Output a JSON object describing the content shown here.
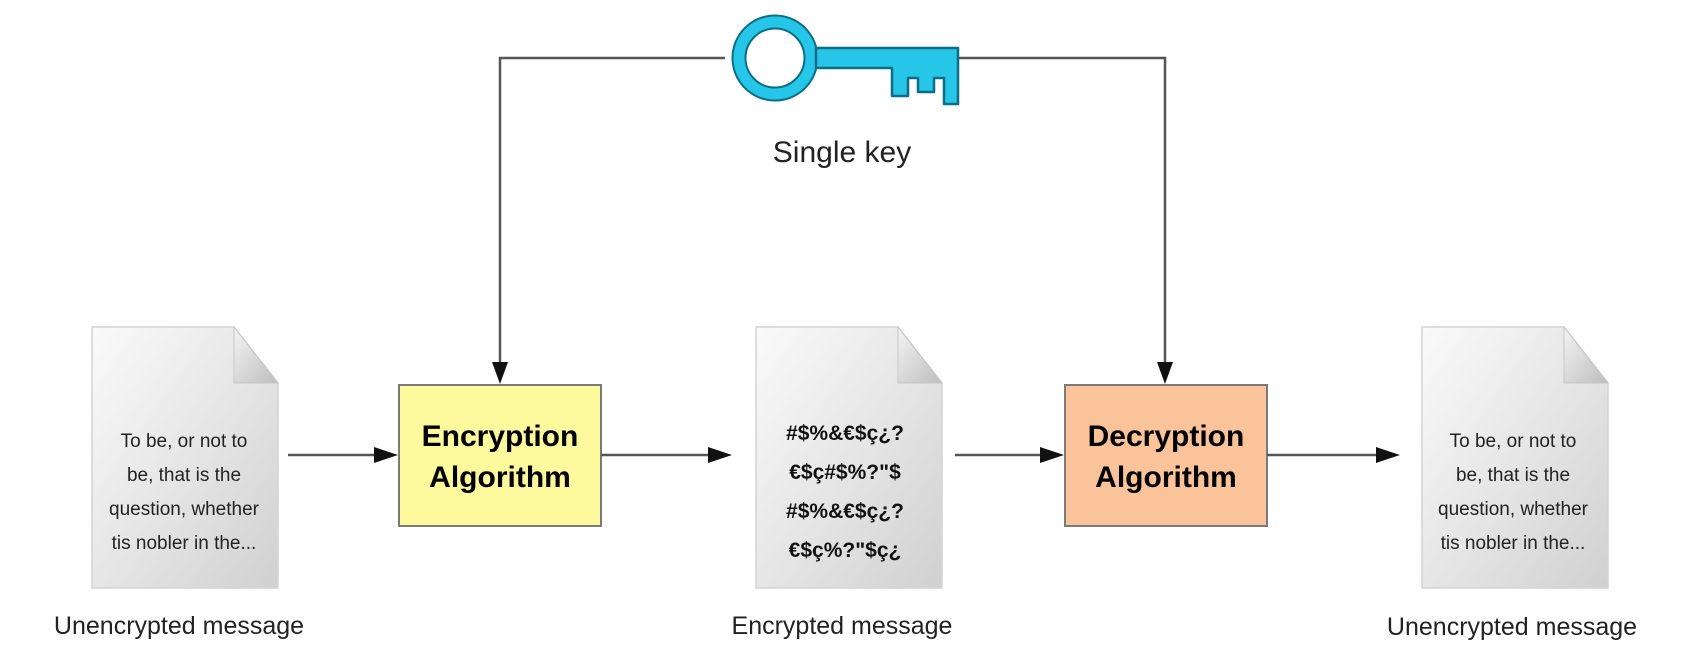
{
  "key": {
    "label": "Single key",
    "icon": "key-icon",
    "color": "#26c6e8"
  },
  "input_document": {
    "icon": "document-icon",
    "lines": [
      "To be, or not to",
      "be, that is the",
      "question, whether",
      "tis nobler in the..."
    ],
    "caption": "Unencrypted message"
  },
  "encryption_box": {
    "lines": [
      "Encryption",
      "Algorithm"
    ],
    "fill": "#fdfa9e"
  },
  "cipher_document": {
    "icon": "document-icon",
    "lines": [
      "#$%&€$ç¿?",
      "€$ç#$%?\"$",
      "#$%&€$ç¿?",
      "€$ç%?\"$ç¿"
    ],
    "caption": "Encrypted message"
  },
  "decryption_box": {
    "lines": [
      "Decryption",
      "Algorithm"
    ],
    "fill": "#fbc39a"
  },
  "output_document": {
    "icon": "document-icon",
    "lines": [
      "To be, or not to",
      "be, that is the",
      "question, whether",
      "tis nobler in the..."
    ],
    "caption": "Unencrypted message"
  }
}
